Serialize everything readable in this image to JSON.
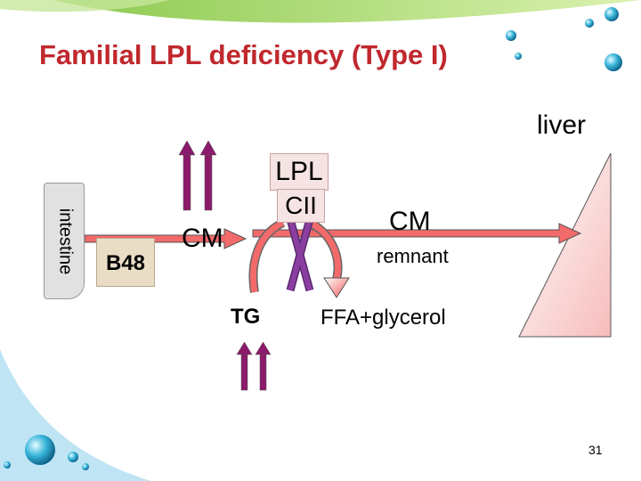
{
  "title": "Familial LPL deficiency (Type I)",
  "labels": {
    "liver": "liver",
    "lpl": "LPL",
    "cii": "CII",
    "intestine": "intestine",
    "b48": "B48",
    "cm_left": "CM",
    "cm_right": "CM",
    "remnant": "remnant",
    "tg": "TG",
    "ffa": "FFA+glycerol"
  },
  "page_number": "31",
  "colors": {
    "title": "#c0282d",
    "arrow_fill": "#f26a6a",
    "up_arrow": "#8b1a6b",
    "block_x": "#7b2c8e",
    "liver_shape": "#fde3e3",
    "drop": "#1f95b8"
  }
}
